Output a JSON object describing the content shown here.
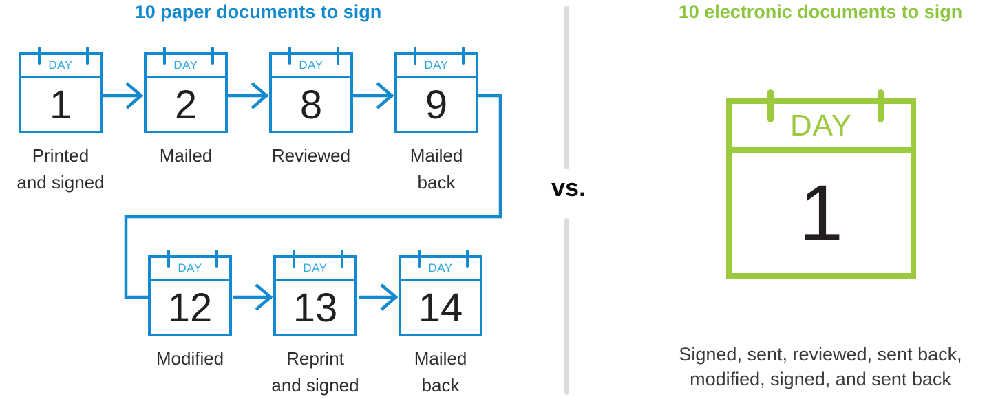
{
  "left": {
    "title": "10 paper documents to sign",
    "day_label": "DAY",
    "row1": [
      {
        "day": "1",
        "label": "Printed\nand signed"
      },
      {
        "day": "2",
        "label": "Mailed"
      },
      {
        "day": "8",
        "label": "Reviewed"
      },
      {
        "day": "9",
        "label": "Mailed\nback"
      }
    ],
    "row2": [
      {
        "day": "12",
        "label": "Modified"
      },
      {
        "day": "13",
        "label": "Reprint\nand signed"
      },
      {
        "day": "14",
        "label": "Mailed\nback"
      }
    ]
  },
  "divider": {
    "vs_label": "vs."
  },
  "right": {
    "title": "10 electronic documents to sign",
    "day_label": "DAY",
    "day_number": "1",
    "caption": "Signed, sent, reviewed, sent back,\nmodified, signed, and sent back"
  },
  "colors": {
    "blue": "#1389cf",
    "light_blue": "#2ba7e0",
    "green": "#9bca3f",
    "green_title": "#8cc63f",
    "divider_gray": "#dcdcdc",
    "ink": "#2d2d2d",
    "num": "#231f20"
  }
}
